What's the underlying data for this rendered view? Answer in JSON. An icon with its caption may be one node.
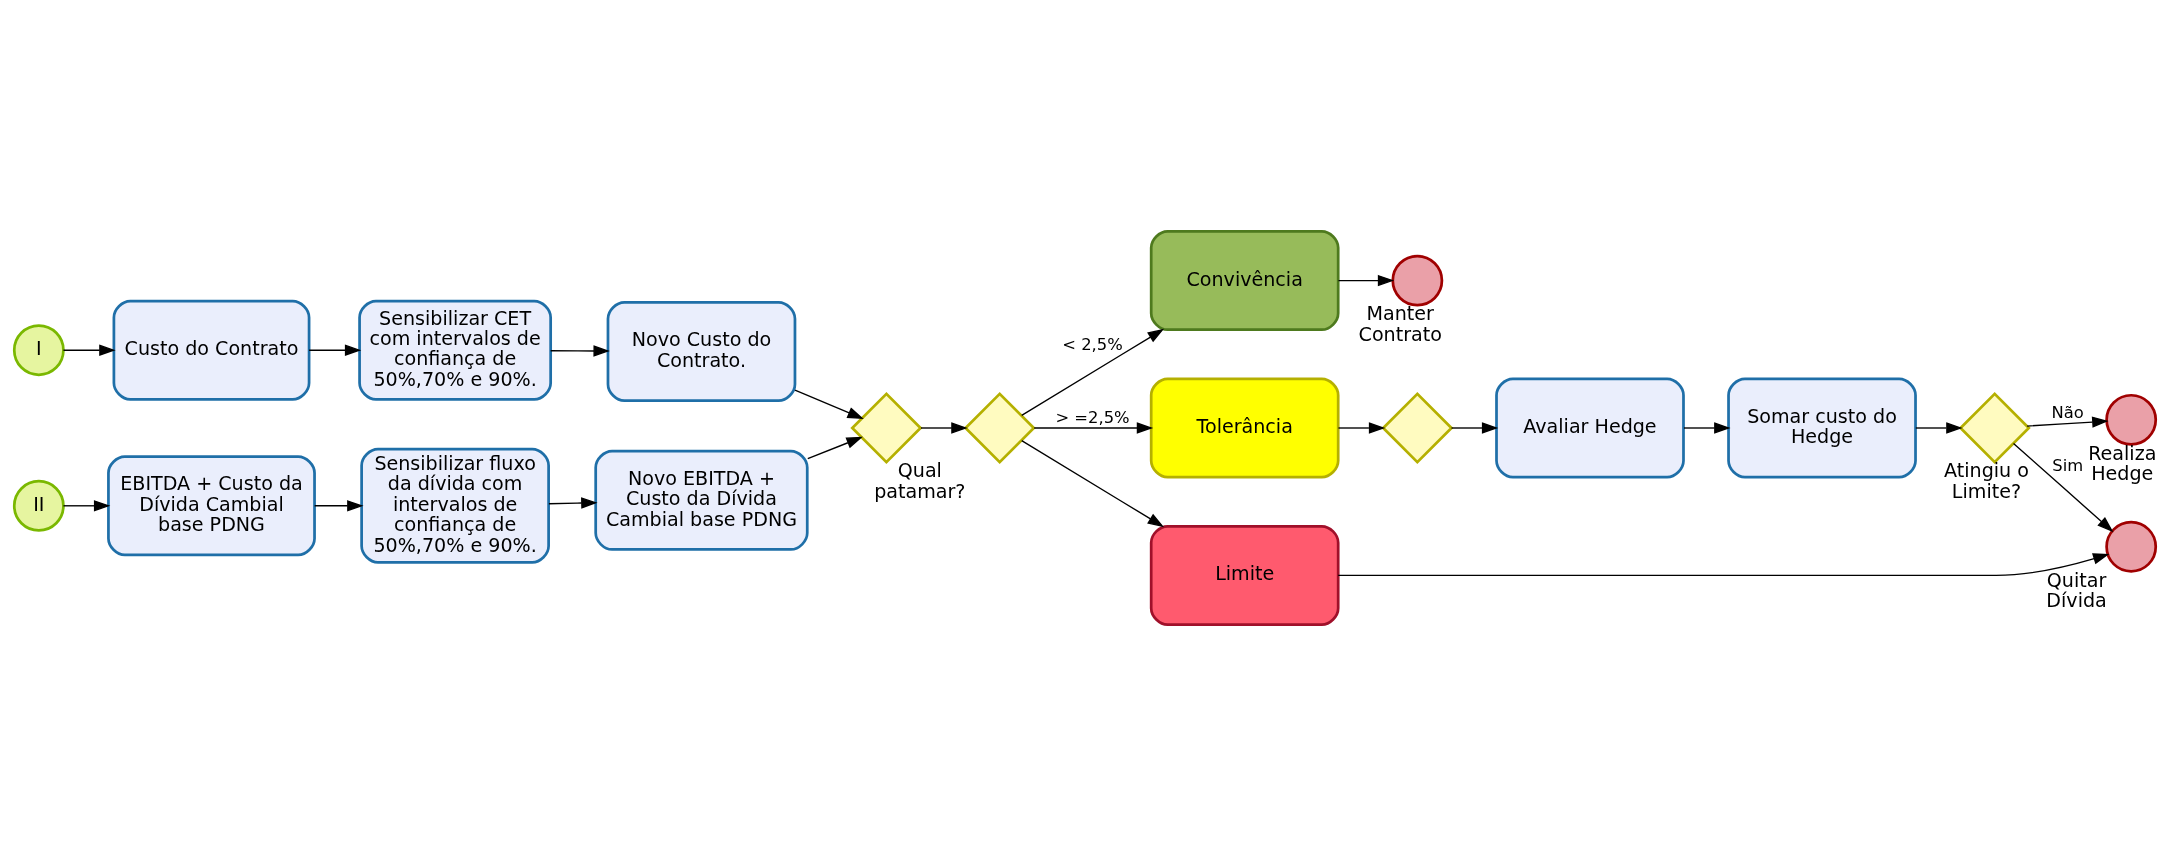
{
  "diagram": {
    "nodes": [
      {
        "text": [
          "I"
        ]
      },
      {
        "text": [
          "Custo do Contrato"
        ]
      },
      {
        "text": [
          "Sensibilizar CET com intervalos de confiança de 50%,70% e 90%."
        ]
      },
      {
        "text": [
          "Novo Custo do Contrato."
        ]
      },
      {
        "text": [
          "II"
        ]
      },
      {
        "text": [
          "EBITDA + Custo da Dívida Cambial base PDNG"
        ]
      },
      {
        "text": [
          "Sensibilizar fluxo da dívida com intervalos de confiança de 50%,70% e 90%."
        ]
      },
      {
        "text": [
          "Novo EBITDA + Custo da Dívida Cambial base PDNG"
        ]
      },
      {
        "text": [],
        "shape": "diamond"
      },
      {
        "text": [],
        "shape": "diamond",
        "beside": [
          "Qual patamar?"
        ]
      },
      {
        "text": [
          "Convivência"
        ]
      },
      {
        "text": [
          "Tolerância"
        ]
      },
      {
        "text": [
          "Limite"
        ]
      },
      {
        "text": [],
        "shape": "diamond"
      },
      {
        "text": [
          "Avaliar Hedge"
        ]
      },
      {
        "text": [
          "Somar custo do Hedge"
        ]
      },
      {
        "text": [],
        "shape": "diamond",
        "beside": [
          "Atingiu o Limite?"
        ]
      },
      {
        "text": [],
        "shape": "circle",
        "beside": [
          "Manter Contrato"
        ]
      },
      {
        "text": [],
        "shape": "circle",
        "beside": [
          "Realiza Hedge"
        ]
      },
      {
        "text": [],
        "shape": "circle",
        "beside": [
          "Quitar Dívida"
        ]
      }
    ],
    "edges": [
      {
        "from": 0,
        "to": 1,
        "arrow": "to"
      },
      {
        "from": 1,
        "to": 2,
        "arrow": "to"
      },
      {
        "from": 2,
        "to": 3,
        "arrow": "to"
      },
      {
        "from": 3,
        "to": 8,
        "arrow": "to"
      },
      {
        "from": 4,
        "to": 5,
        "arrow": "to"
      },
      {
        "from": 5,
        "to": 6,
        "arrow": "to"
      },
      {
        "from": 6,
        "to": 7,
        "arrow": "to"
      },
      {
        "from": 7,
        "to": 8,
        "arrow": "to"
      },
      {
        "from": 8,
        "to": 9,
        "arrow": "to"
      },
      {
        "from": 9,
        "to": 10,
        "arrow": "to",
        "label": "< 2,5%"
      },
      {
        "from": 9,
        "to": 11,
        "arrow": "to",
        "label": "> =2,5%"
      },
      {
        "from": 9,
        "to": 12,
        "arrow": "to"
      },
      {
        "from": 10,
        "to": 17,
        "arrow": "to"
      },
      {
        "from": 11,
        "to": 13,
        "arrow": "to"
      },
      {
        "from": 13,
        "to": 14,
        "arrow": "to"
      },
      {
        "from": 14,
        "to": 15,
        "arrow": "to"
      },
      {
        "from": 15,
        "to": 16,
        "arrow": "to"
      },
      {
        "from": 16,
        "to": 18,
        "arrow": "to",
        "label": "Não"
      },
      {
        "from": 16,
        "to": 19,
        "arrow": "to",
        "label": "Sim"
      },
      {
        "from": 12,
        "to": 19,
        "arrow": "to"
      }
    ]
  }
}
